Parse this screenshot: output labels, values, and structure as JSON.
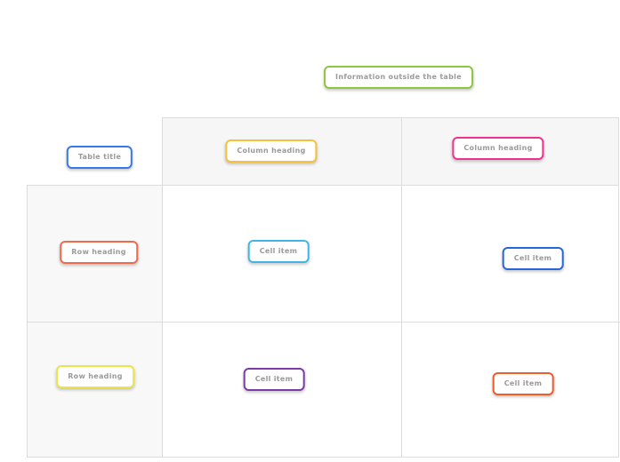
{
  "colors": {
    "label_text": "#9a9a9a",
    "grid_line": "#dcdcdc",
    "header_row_bg": "#f6f6f6",
    "row_heading_col_bg": "#f8f8f8",
    "tag_bg": "#ffffff"
  },
  "annotation_tags": {
    "info_outside": {
      "label": "Information outside the table",
      "border_color": "#8dc63f"
    },
    "table_title": {
      "label": "Table title",
      "border_color": "#3878e8"
    },
    "column_heading_1": {
      "label": "Column heading",
      "border_color": "#f5c13d"
    },
    "column_heading_2": {
      "label": "Column heading",
      "border_color": "#f0328c"
    },
    "row_heading_1": {
      "label": "Row heading",
      "border_color": "#ee6c4d"
    },
    "cell_item_1": {
      "label": "Cell item",
      "border_color": "#41b6e6"
    },
    "cell_item_2": {
      "label": "Cell item",
      "border_color": "#2b66d9"
    },
    "row_heading_2": {
      "label": "Row heading",
      "border_color": "#ede34a"
    },
    "cell_item_3": {
      "label": "Cell item",
      "border_color": "#7c3ba8"
    },
    "cell_item_4": {
      "label": "Cell item",
      "border_color": "#f15a29"
    }
  }
}
